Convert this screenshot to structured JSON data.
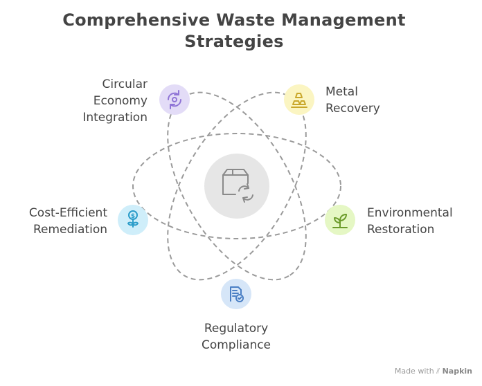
{
  "title": {
    "line1": "Comprehensive Waste Management",
    "line2": "Strategies"
  },
  "center": {
    "icon": "box-recycle-icon",
    "color": "#e6e6e6"
  },
  "nodes": [
    {
      "id": "circular",
      "lines": [
        "Circular",
        "Economy",
        "Integration"
      ],
      "icon": "recycle-arrows-icon",
      "color": "#e3dcf7",
      "icon_color": "#8f74d6"
    },
    {
      "id": "metal",
      "lines": [
        "Metal",
        "Recovery"
      ],
      "icon": "metal-bars-icon",
      "color": "#fbf5c2",
      "icon_color": "#c9a72a"
    },
    {
      "id": "environmental",
      "lines": [
        "Environmental",
        "Restoration"
      ],
      "icon": "plant-sprout-icon",
      "color": "#e5f7c4",
      "icon_color": "#6b9b2a"
    },
    {
      "id": "regulatory",
      "lines": [
        "Regulatory",
        "Compliance"
      ],
      "icon": "document-check-icon",
      "color": "#d6e6f8",
      "icon_color": "#4a7fc4"
    },
    {
      "id": "cost",
      "lines": [
        "Cost-Efficient",
        "Remediation"
      ],
      "icon": "money-plant-icon",
      "color": "#cfeefa",
      "icon_color": "#2a9cc9"
    }
  ],
  "footer": {
    "prefix": "Made with",
    "brand": "Napkin",
    "icon": "napkin-logo-icon"
  },
  "colors": {
    "text": "#444444",
    "orbit": "#9a9a9a"
  }
}
